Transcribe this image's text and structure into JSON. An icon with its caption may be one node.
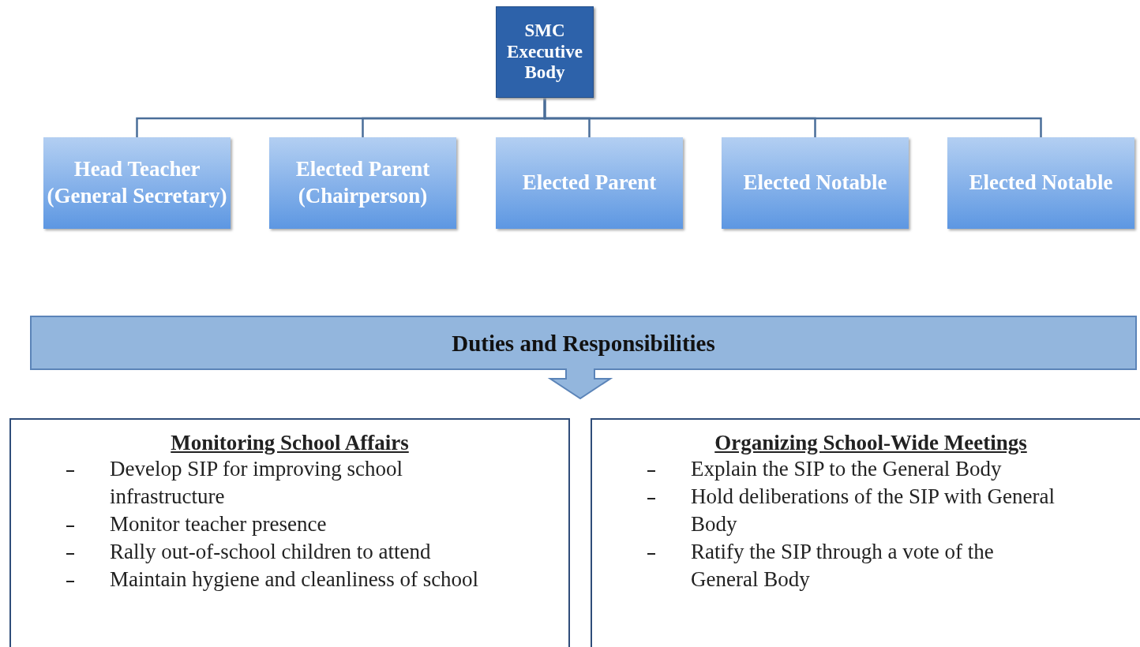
{
  "diagram": {
    "nodes": [
      {
        "text": [
          "SMC Executive Body"
        ]
      },
      {
        "text": [
          "Head Teacher (General Secretary)"
        ]
      },
      {
        "text": [
          "Elected Parent (Chairperson)"
        ]
      },
      {
        "text": [
          "Elected Parent"
        ]
      },
      {
        "text": [
          "Elected Notable"
        ]
      },
      {
        "text": [
          "Elected Notable"
        ]
      },
      {
        "text": [
          "Duties and Responsibilities"
        ]
      },
      {
        "text": [
          "Monitoring School Affairs",
          "Develop SIP for improving school infrastructure",
          "Monitor teacher presence",
          "Rally out-of-school children to attend",
          "Maintain hygiene and cleanliness of school"
        ]
      },
      {
        "text": [
          "Organizing School-Wide Meetings",
          "Explain the SIP to the General Body",
          "Hold deliberations of the SIP with General Body",
          "Ratify the SIP through a vote of the General Body"
        ]
      }
    ],
    "edges": [
      {
        "from": 0,
        "to": 1,
        "arrow": "none"
      },
      {
        "from": 0,
        "to": 2,
        "arrow": "none"
      },
      {
        "from": 0,
        "to": 3,
        "arrow": "none"
      },
      {
        "from": 0,
        "to": 4,
        "arrow": "none"
      },
      {
        "from": 0,
        "to": 5,
        "arrow": "none"
      }
    ]
  }
}
